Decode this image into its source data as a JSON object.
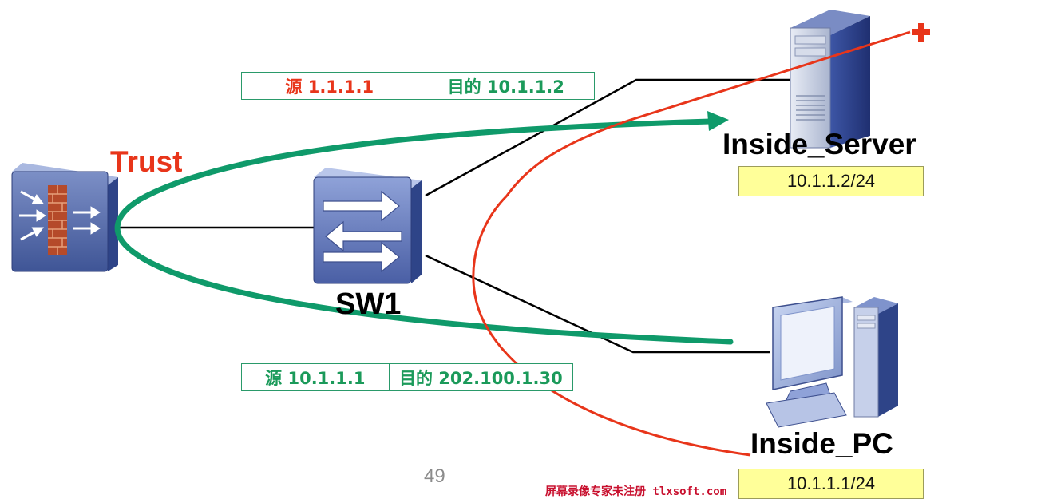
{
  "devices": {
    "firewall_zone_label": "Trust",
    "switch_label": "SW1",
    "server_label": "Inside_Server",
    "server_ip": "10.1.1.2/24",
    "pc_label": "Inside_PC",
    "pc_ip": "10.1.1.1/24"
  },
  "packet_top": {
    "source": "源 1.1.1.1",
    "destination": "目的 10.1.1.2"
  },
  "packet_bottom": {
    "source": "源 10.1.1.1",
    "destination": "目的 202.100.1.30"
  },
  "page_number": "49",
  "watermark": "屏幕录像专家未注册 tlxsoft.com",
  "colors": {
    "green_path": "#0f9a6a",
    "red_path": "#e8351a",
    "trust_text": "#e8351a",
    "ip_box_fill": "#ffff99",
    "packet_green_text": "#1b9a5a",
    "packet_red_text": "#e8351a"
  }
}
